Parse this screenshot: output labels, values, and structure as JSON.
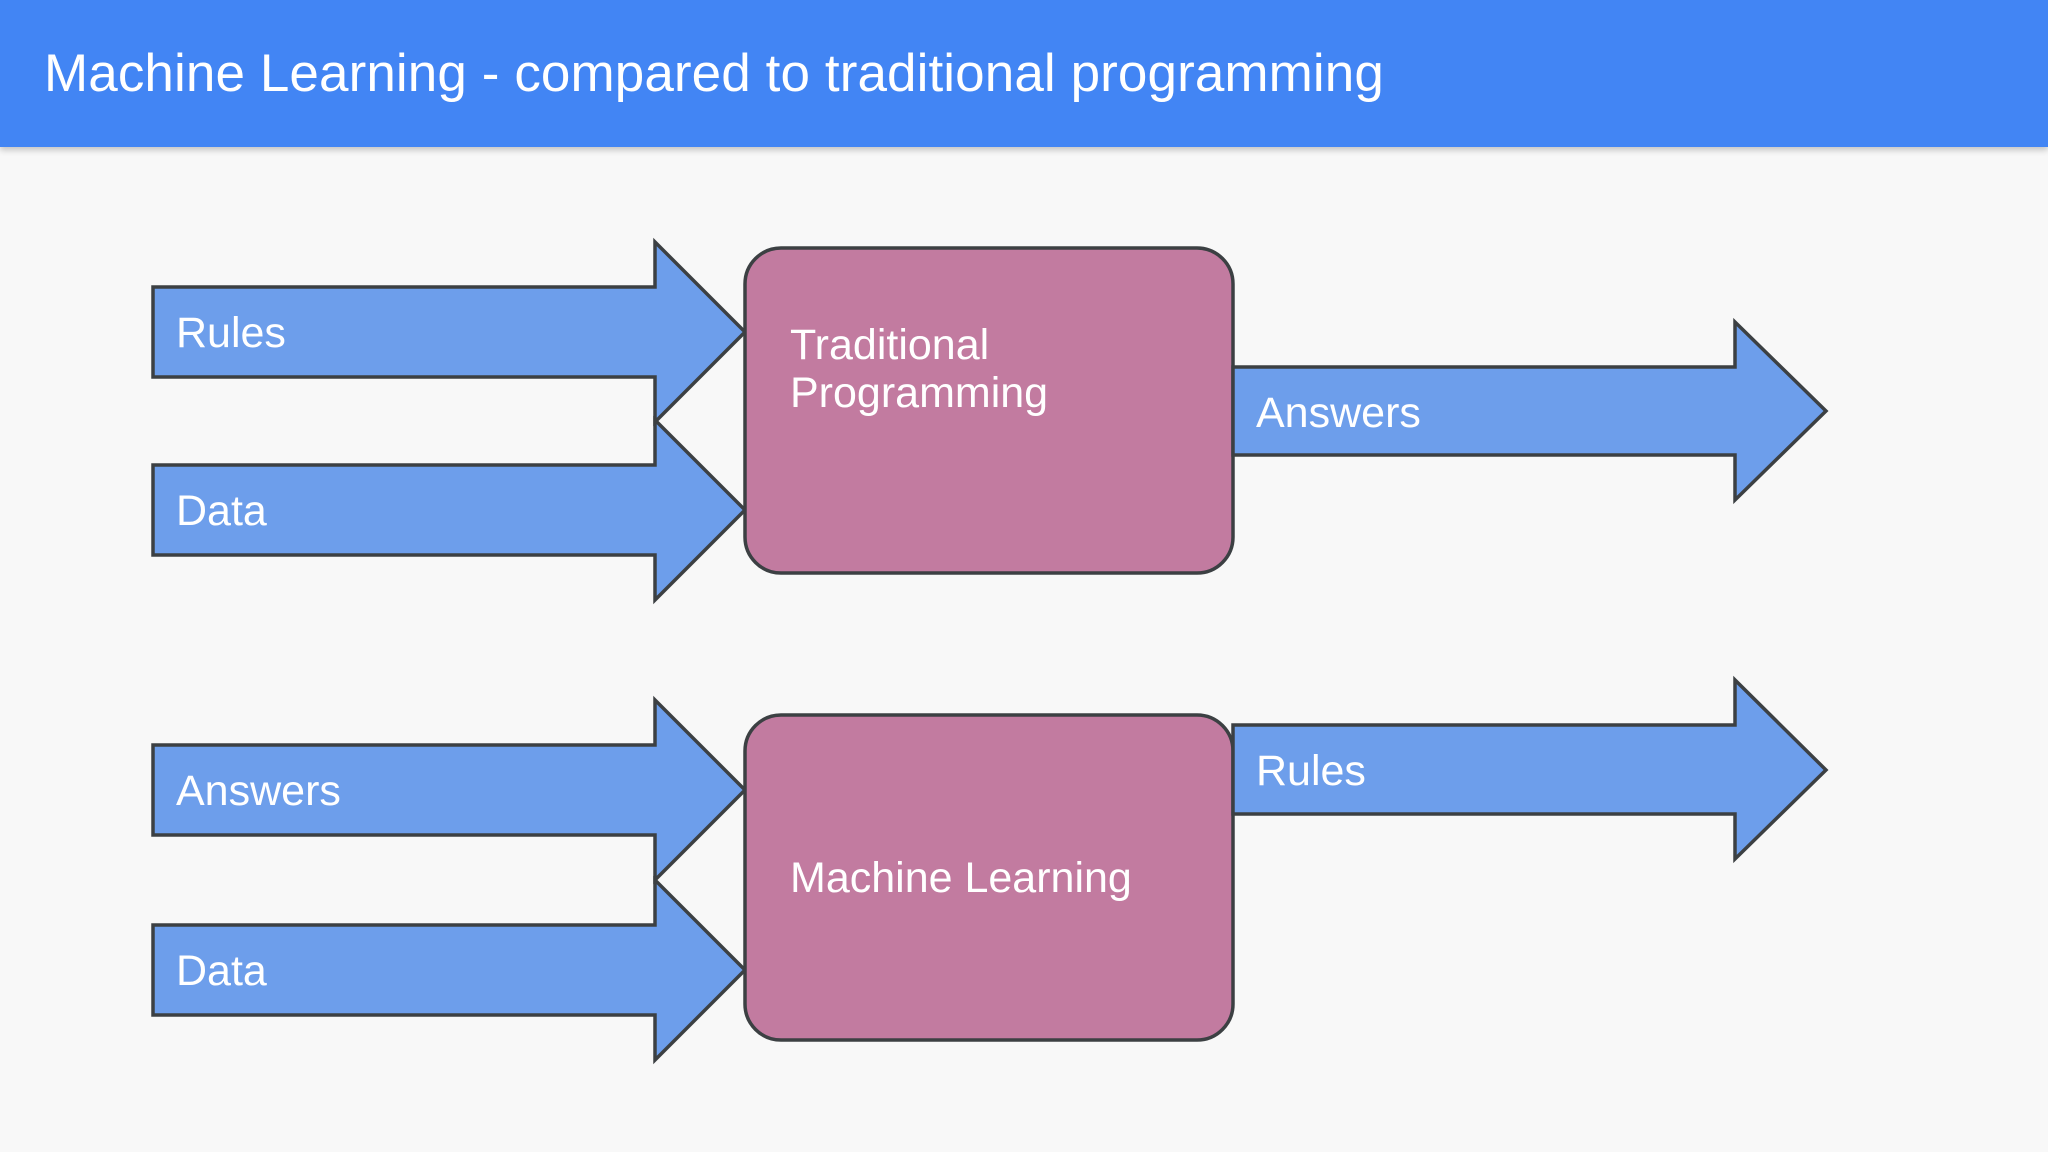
{
  "header": {
    "title": "Machine Learning - compared to traditional programming",
    "background_color": "#4285f4",
    "text_color": "#ffffff"
  },
  "canvas": {
    "background_color": "#f8f8f8"
  },
  "palette": {
    "arrow_fill": "#6d9eeb",
    "arrow_stroke": "#3c4043",
    "box_fill": "#c27ba0",
    "box_stroke": "#3c4043",
    "label_text": "#ffffff"
  },
  "diagram": {
    "type": "flow-comparison",
    "rows": [
      {
        "id": "traditional",
        "process_label": "Traditional Programming",
        "inputs": [
          "Rules",
          "Data"
        ],
        "outputs": [
          "Answers"
        ]
      },
      {
        "id": "machine-learning",
        "process_label": "Machine Learning",
        "inputs": [
          "Answers",
          "Data"
        ],
        "outputs": [
          "Rules"
        ]
      }
    ]
  },
  "labels": {
    "row1_input1": "Rules",
    "row1_input2": "Data",
    "row1_process_line1": "Traditional",
    "row1_process_line2": "Programming",
    "row1_output1": "Answers",
    "row2_input1": "Answers",
    "row2_input2": "Data",
    "row2_process": "Machine Learning",
    "row2_output1": "Rules"
  }
}
